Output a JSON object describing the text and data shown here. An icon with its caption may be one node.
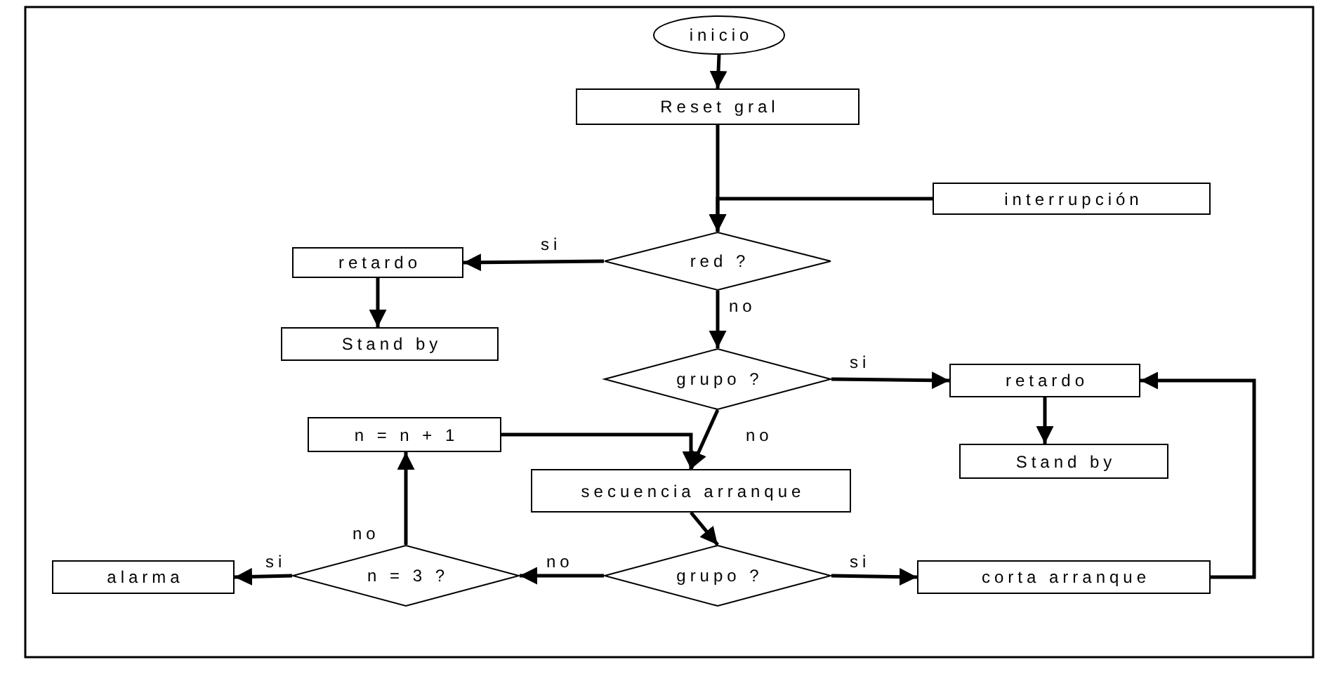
{
  "diagram": {
    "nodes": [
      {
        "text": [
          "inicio"
        ]
      },
      {
        "text": [
          "Reset gral"
        ]
      },
      {
        "text": [
          "interrupción"
        ]
      },
      {
        "text": [
          "red ?"
        ]
      },
      {
        "text": [
          "retardo"
        ]
      },
      {
        "text": [
          "Stand by"
        ]
      },
      {
        "text": [
          "grupo ?"
        ]
      },
      {
        "text": [
          "retardo"
        ]
      },
      {
        "text": [
          "Stand by"
        ]
      },
      {
        "text": [
          "n = n + 1"
        ]
      },
      {
        "text": [
          "secuencia arranque"
        ]
      },
      {
        "text": [
          "grupo ?"
        ]
      },
      {
        "text": [
          "corta arranque"
        ]
      },
      {
        "text": [
          "n = 3 ?"
        ]
      },
      {
        "text": [
          "alarma"
        ]
      }
    ],
    "edges": [
      {
        "from": 0,
        "to": 1,
        "arrow": "to"
      },
      {
        "from": 1,
        "to": 3,
        "arrow": "to"
      },
      {
        "from": 2,
        "to": 3,
        "arrow": "to"
      },
      {
        "from": 3,
        "to": 4,
        "arrow": "to",
        "label": "si"
      },
      {
        "from": 4,
        "to": 5,
        "arrow": "to"
      },
      {
        "from": 3,
        "to": 6,
        "arrow": "to",
        "label": "no"
      },
      {
        "from": 6,
        "to": 7,
        "arrow": "to",
        "label": "si"
      },
      {
        "from": 7,
        "to": 8,
        "arrow": "to"
      },
      {
        "from": 6,
        "to": 10,
        "arrow": "to",
        "label": "no"
      },
      {
        "from": 9,
        "to": 10,
        "arrow": "to"
      },
      {
        "from": 10,
        "to": 11,
        "arrow": "to"
      },
      {
        "from": 11,
        "to": 12,
        "arrow": "to",
        "label": "si"
      },
      {
        "from": 11,
        "to": 13,
        "arrow": "to",
        "label": "no"
      },
      {
        "from": 13,
        "to": 14,
        "arrow": "to",
        "label": "si"
      },
      {
        "from": 13,
        "to": 9,
        "arrow": "to",
        "label": "no"
      },
      {
        "from": 12,
        "to": 7,
        "arrow": "to"
      }
    ]
  }
}
